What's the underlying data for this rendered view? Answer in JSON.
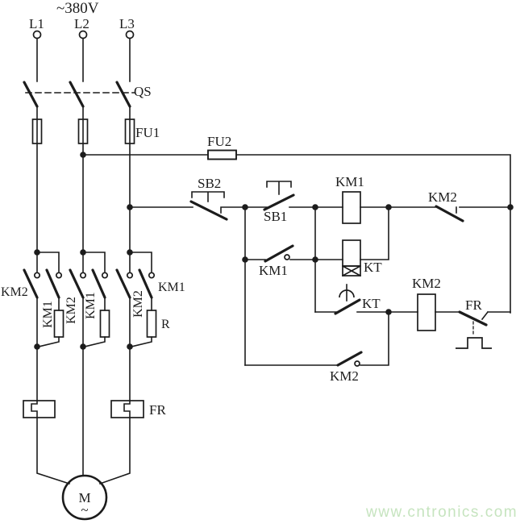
{
  "colors": {
    "line": "#1c1c1c",
    "background": "#ffffff",
    "watermark_green": "#c6e4bf"
  },
  "power_circuit": {
    "supply_voltage": "~380V",
    "phase_labels": [
      "L1",
      "L2",
      "L3"
    ],
    "isolator_switch": "QS",
    "main_fuse": "FU1",
    "p1_km2_contact": "KM2",
    "p1_km1_contact": "KM1",
    "p2_km2_contact": "KM2",
    "p2_km1_contact": "KM1",
    "p3_km2_contact": "KM2",
    "p3_km1_contact": "KM1",
    "starting_resistor": "R",
    "thermal_relay_heater": "FR",
    "motor": "M",
    "motor_type_symbol": "~"
  },
  "control_circuit": {
    "control_fuse": "FU2",
    "stop_button": "SB2",
    "start_button": "SB1",
    "km1_coil": "KM1",
    "km2_nc_contact_top": "KM2",
    "km1_selfhold_contact": "KM1",
    "kt_coil": "KT",
    "kt_delayed_contact": "KT",
    "km2_coil": "KM2",
    "fr_nc_contact": "FR",
    "km2_interlock_contact": "KM2"
  },
  "watermark": "www.cntronics.com"
}
